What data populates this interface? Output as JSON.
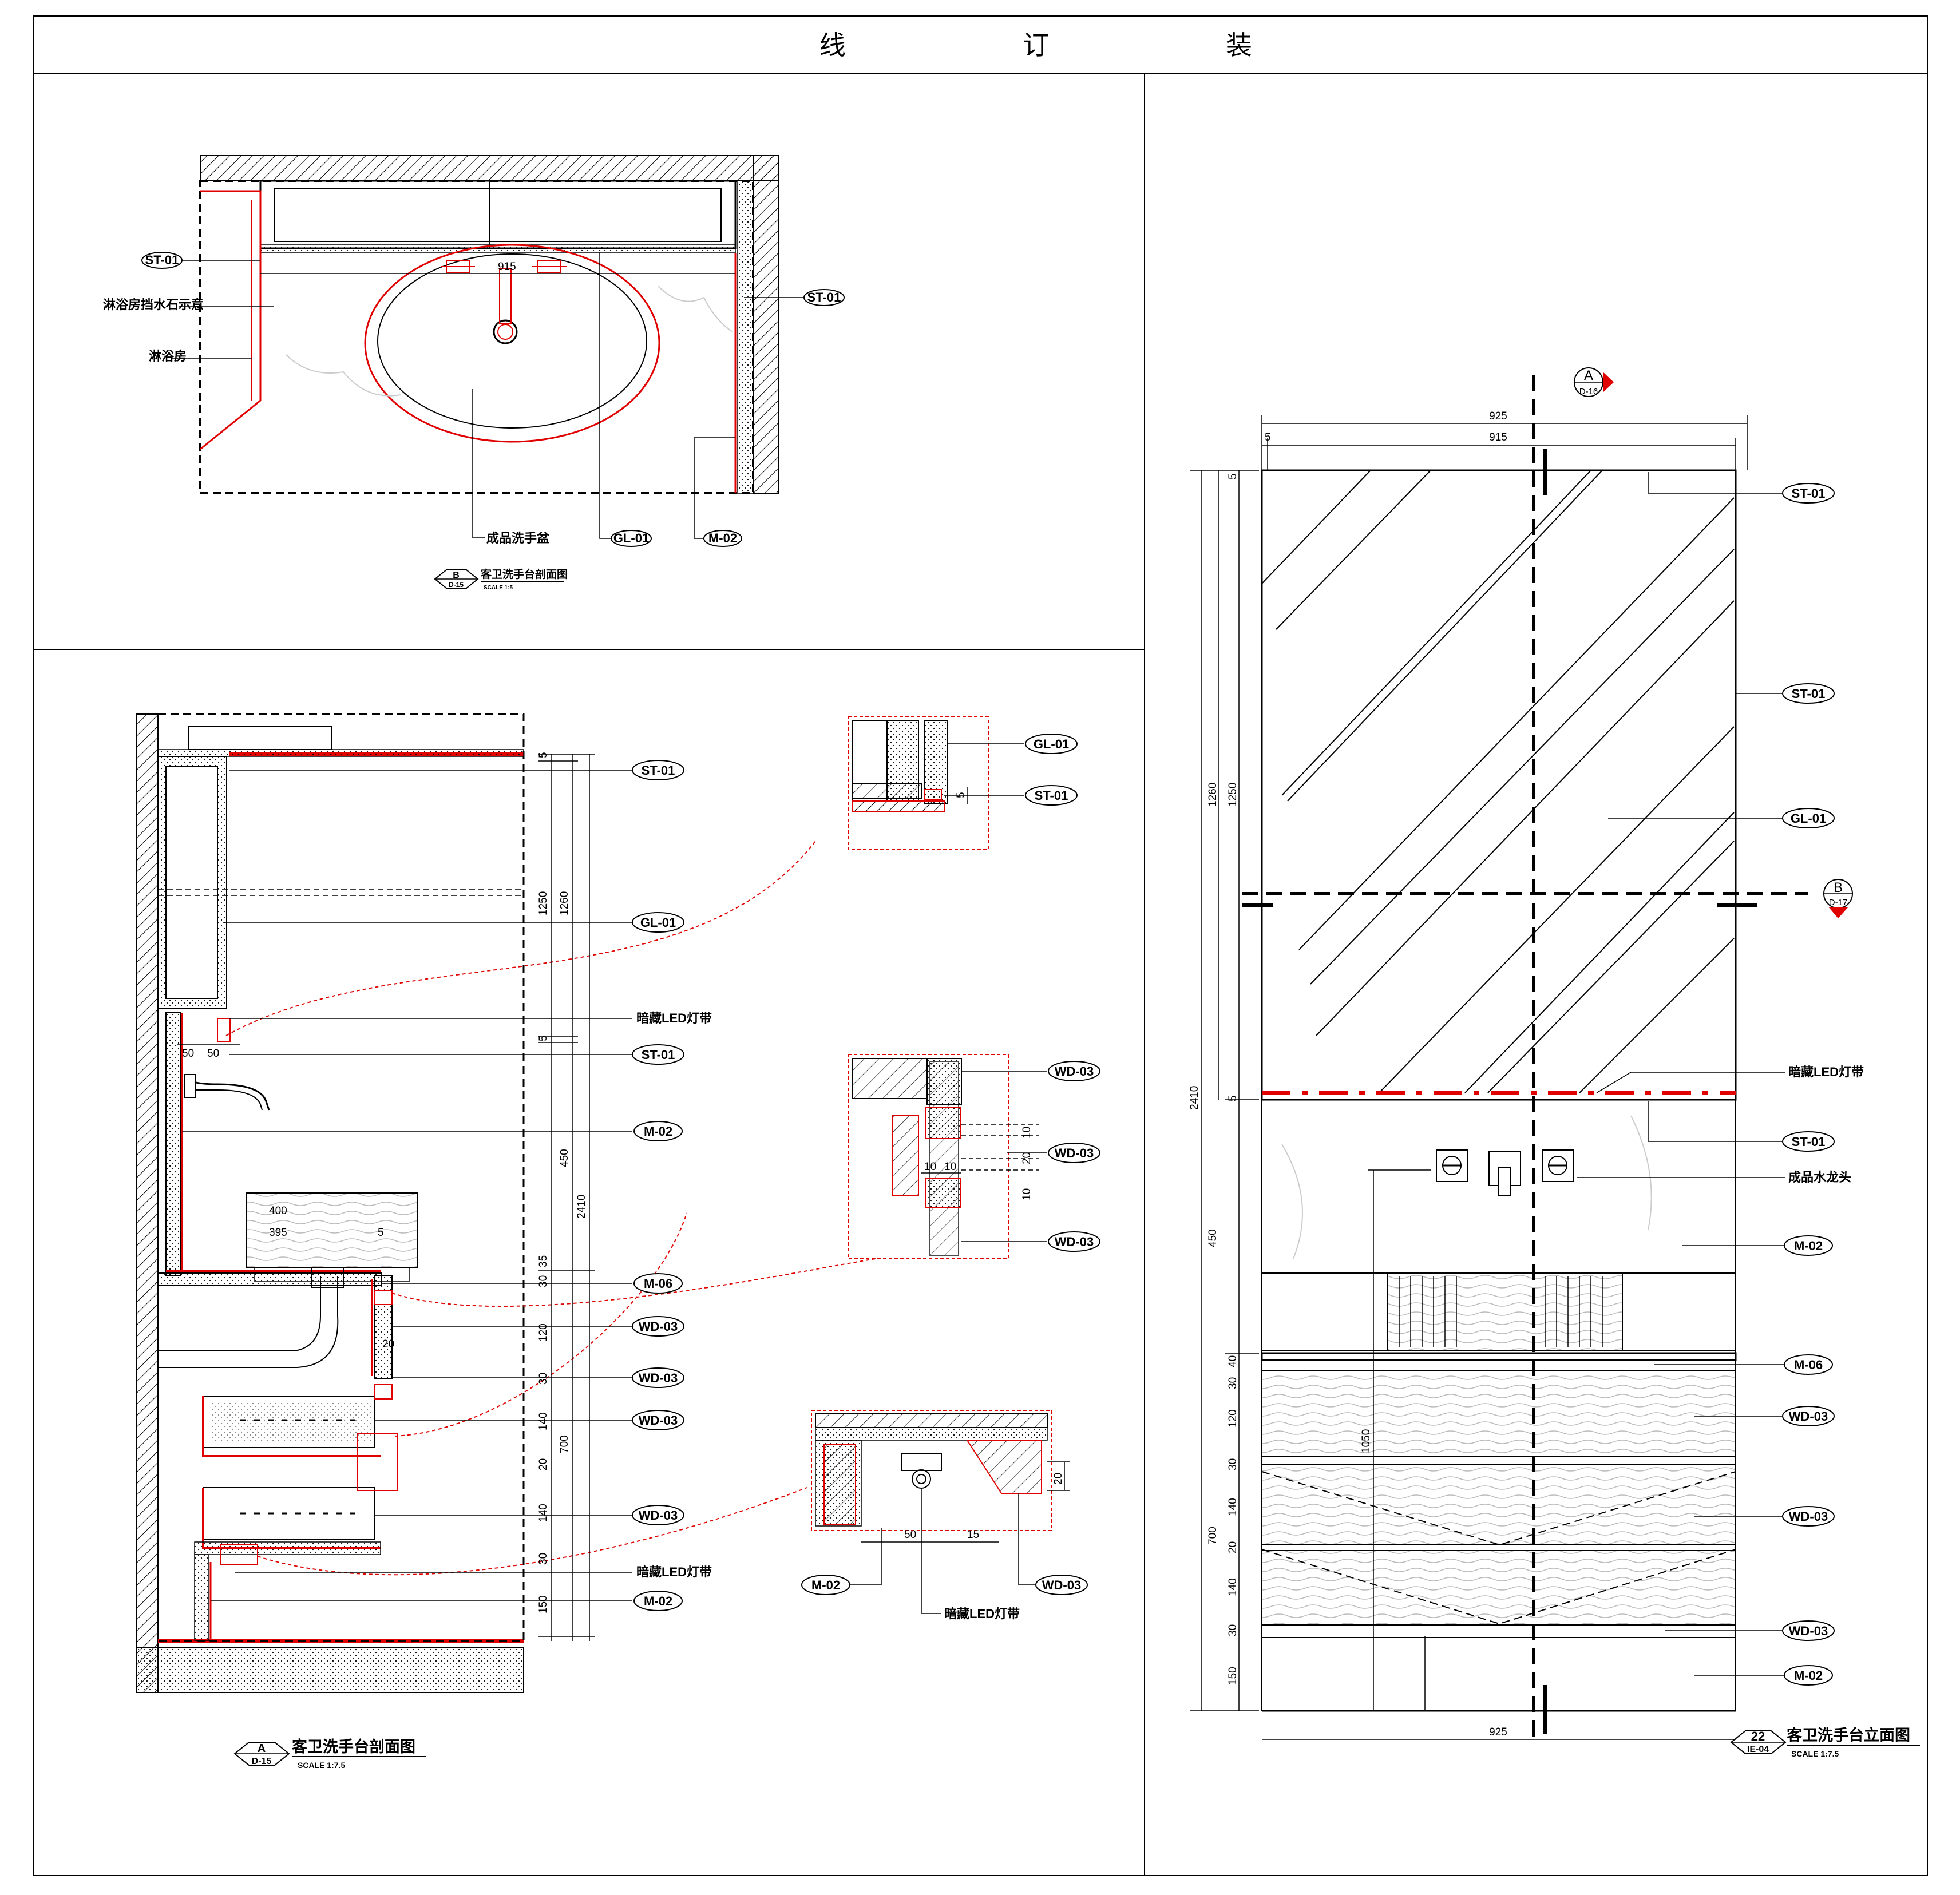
{
  "binding_label": [
    "线",
    "订",
    "装"
  ],
  "plan_b": {
    "title": "客卫洗手台剖面图",
    "ref_letter": "B",
    "ref_sheet": "D-15",
    "scale": "SCALE 1:5",
    "dim": "915",
    "tags": [
      "ST-01",
      "ST-01",
      "GL-01",
      "M-02"
    ],
    "notes": [
      "淋浴房挡水石示意",
      "淋浴房",
      "成品洗手盆"
    ]
  },
  "section_a": {
    "title": "客卫洗手台剖面图",
    "ref_letter": "A",
    "ref_sheet": "D-15",
    "scale": "SCALE 1:7.5",
    "tags": [
      "ST-01",
      "GL-01",
      "ST-01",
      "M-02",
      "M-06",
      "WD-03",
      "WD-03",
      "WD-03",
      "WD-03",
      "M-02"
    ],
    "notes": [
      "暗藏LED灯带",
      "暗藏LED灯带"
    ],
    "dims_right": [
      "5",
      "1250",
      "1260",
      "5",
      "450",
      "2410",
      "30",
      "35",
      "120",
      "30",
      "140",
      "20",
      "700",
      "140",
      "30",
      "150"
    ],
    "dims_left": [
      "50",
      "50",
      "400",
      "395",
      "5",
      "20"
    ]
  },
  "details": {
    "d1_tags": [
      "GL-01",
      "ST-01"
    ],
    "d1_dim": "5",
    "d2_tags": [
      "WD-03",
      "WD-03",
      "WD-03"
    ],
    "d2_dims": [
      "10",
      "20",
      "10",
      "10",
      "10"
    ],
    "d3_tags": [
      "M-02",
      "WD-03"
    ],
    "d3_note": "暗藏LED灯带",
    "d3_dims": [
      "50",
      "15",
      "20"
    ]
  },
  "elevation": {
    "title": "客卫洗手台立面图",
    "ref_number": "22",
    "ref_sheet": "IE-04",
    "scale": "SCALE 1:7.5",
    "marker_a": {
      "letter": "A",
      "sheet": "D-16"
    },
    "marker_b": {
      "letter": "B",
      "sheet": "D-17"
    },
    "dims_top": [
      "925",
      "915",
      "5"
    ],
    "dims_bottom": [
      "925"
    ],
    "dims_left": [
      "5",
      "1250",
      "1260",
      "5",
      "2410",
      "450",
      "40",
      "30",
      "120",
      "30",
      "140",
      "700",
      "20",
      "140",
      "30",
      "150",
      "1050"
    ],
    "tags": [
      "ST-01",
      "ST-01",
      "GL-01",
      "ST-01",
      "M-02",
      "M-06",
      "WD-03",
      "WD-03",
      "WD-03",
      "M-02"
    ],
    "notes": [
      "暗藏LED灯带",
      "成品水龙头"
    ]
  },
  "colors": {
    "line": "#000000",
    "accent": "#e00000"
  }
}
